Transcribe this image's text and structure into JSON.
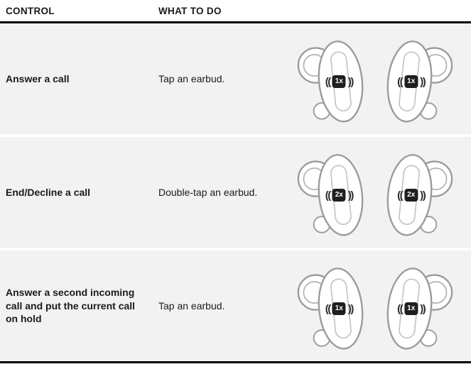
{
  "table": {
    "headers": [
      "CONTROL",
      "WHAT TO DO"
    ],
    "rows": [
      {
        "control": "Answer a call",
        "action": "Tap an earbud.",
        "tap": "1x"
      },
      {
        "control": "End/Decline a call",
        "action": "Double-tap an earbud.",
        "tap": "2x"
      },
      {
        "control": "Answer a second incoming call and put the current call on hold",
        "action": "Tap an earbud.",
        "tap": "1x"
      }
    ]
  },
  "illustration": {
    "tap_wave_open": "((",
    "tap_wave_close": "))"
  },
  "colors": {
    "row_background": "#f2f2f2",
    "rule": "#000000",
    "badge_background": "#1f1f1f",
    "badge_text": "#ffffff",
    "earbud_outline": "#9b9b9b"
  }
}
